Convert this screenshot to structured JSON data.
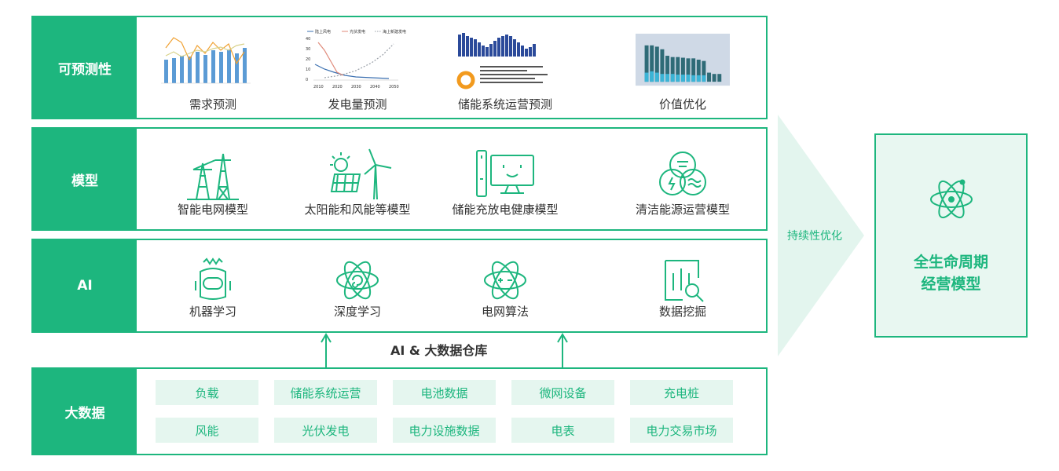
{
  "rows": {
    "predict": {
      "title": "可预测性",
      "items": [
        "需求预测",
        "发电量预测",
        "储能系统运营预测",
        "价值优化"
      ]
    },
    "model": {
      "title": "模型",
      "items": [
        "智能电网模型",
        "太阳能和风能等模型",
        "储能充放电健康模型",
        "清洁能源运营模型"
      ]
    },
    "ai": {
      "title": "AI",
      "items": [
        "机器学习",
        "深度学习",
        "电网算法",
        "数据挖掘"
      ]
    },
    "bigdata": {
      "title": "大数据",
      "items": [
        "负载",
        "储能系统运营",
        "电池数据",
        "微网设备",
        "充电桩",
        "风能",
        "光伏发电",
        "电力设施数据",
        "电表",
        "电力交易市场"
      ]
    }
  },
  "warehouse_label": "AI & 大数据仓库",
  "optimize_label": "持续性优化",
  "lifecycle": {
    "line1": "全生命周期",
    "line2": "经营模型"
  },
  "thumb_chart": {
    "x_ticks": [
      "2010",
      "2020",
      "2030",
      "2040",
      "2050"
    ],
    "y_ticks": [
      "40",
      "30",
      "20",
      "10",
      "0"
    ],
    "legend": [
      "陆上风电",
      "光伏发电",
      "海上新建发电"
    ]
  },
  "colors": {
    "accent": "#1db67e",
    "accent_light": "#e5f6ef",
    "arrow": "#e3f5ee"
  },
  "icons": {
    "model": [
      "transmission-tower-icon",
      "solar-wind-icon",
      "battery-monitor-icon",
      "clean-energy-icon"
    ],
    "ai": [
      "robot-icon",
      "deep-learning-atom-icon",
      "grid-algorithm-atom-icon",
      "data-mining-chart-icon"
    ],
    "lifecycle": "atom-icon"
  }
}
